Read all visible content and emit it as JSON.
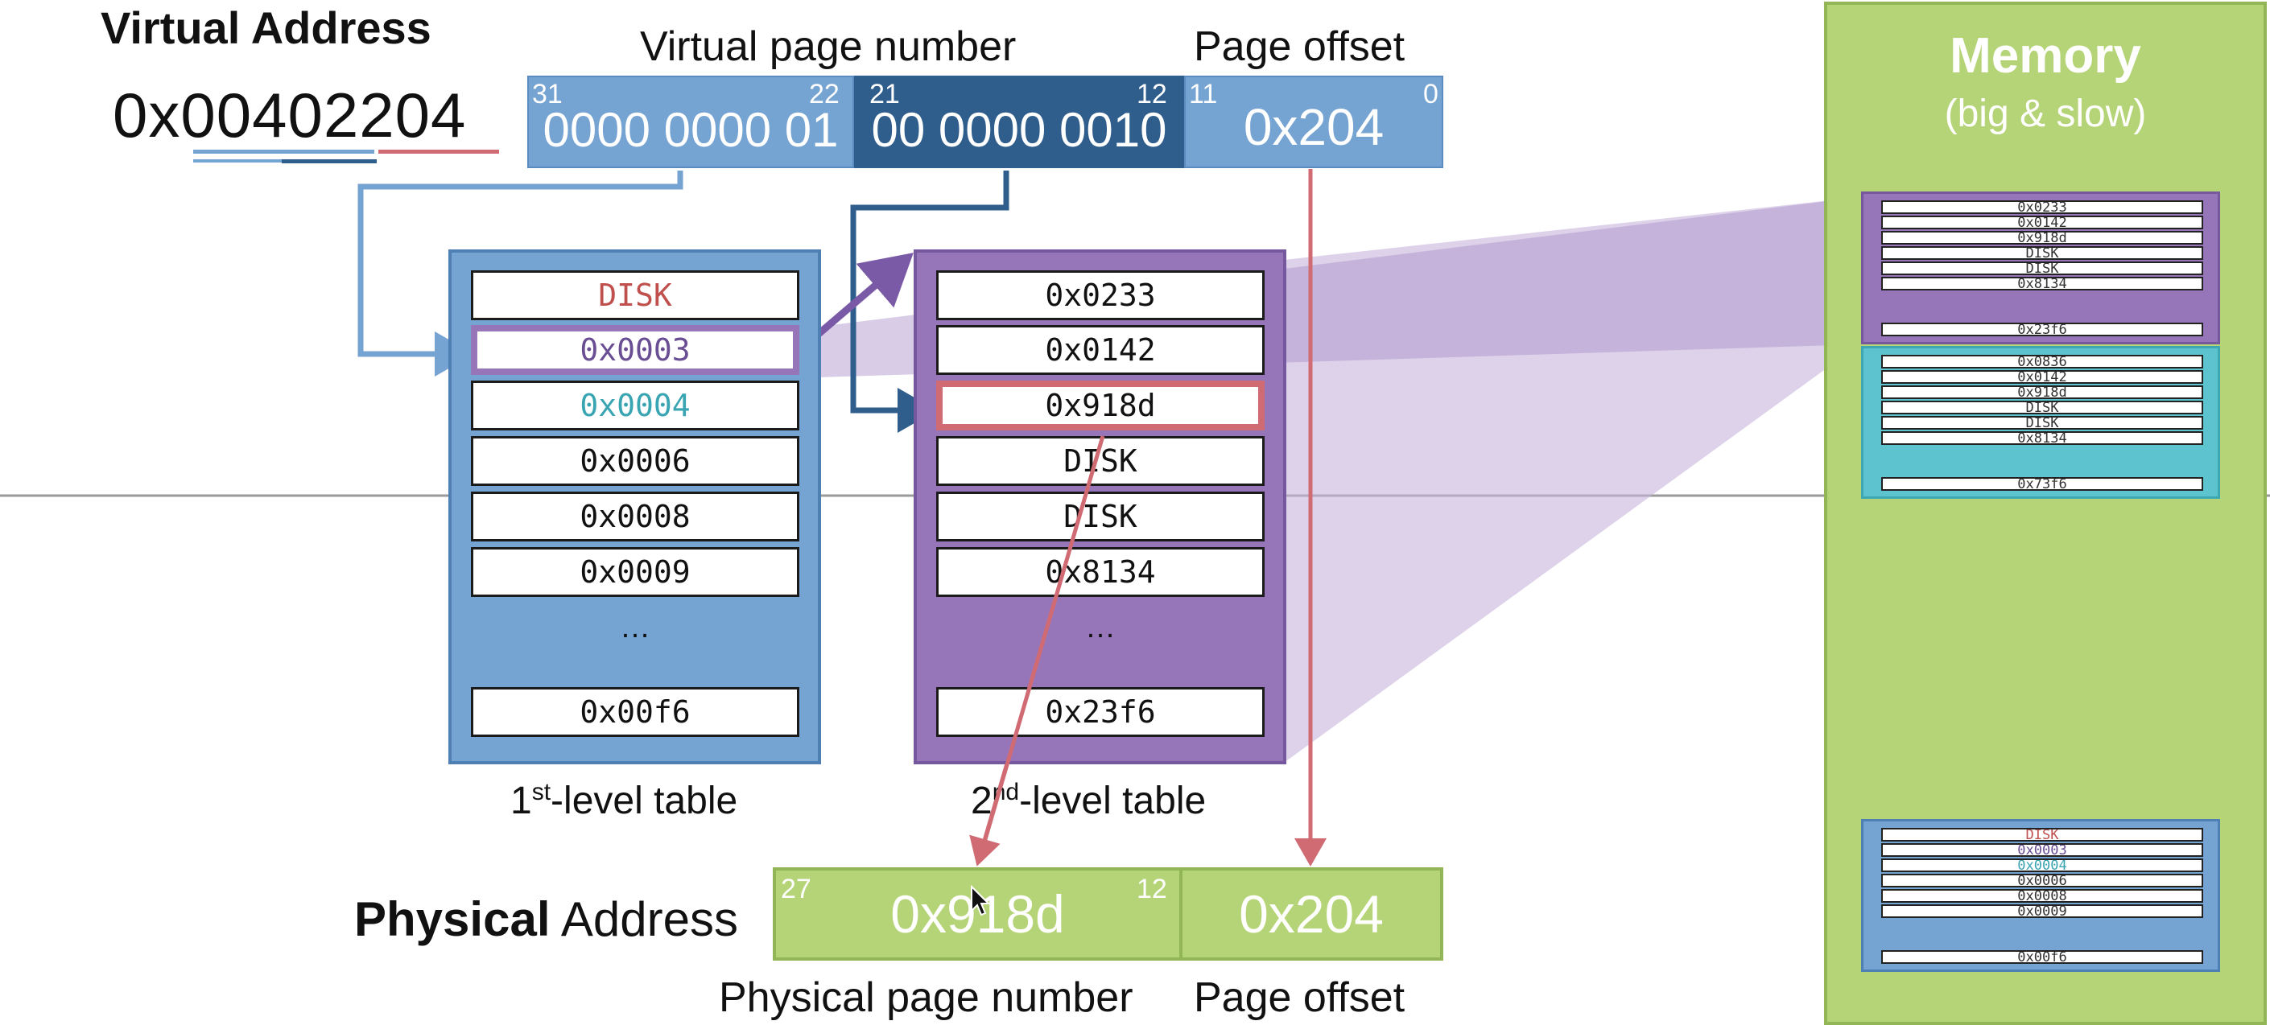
{
  "virtual_address": {
    "heading": "Virtual Address",
    "hex_prefix": "0x",
    "hex_digits": "00402204",
    "vpn_label": "Virtual page number",
    "offset_label": "Page offset",
    "bits": {
      "b31": "31",
      "b22": "22",
      "b21": "21",
      "b12": "12",
      "b11": "11",
      "b0": "0",
      "level1": "0000 0000 01",
      "level2": "00 0000 0010",
      "offset": "0x204"
    }
  },
  "first_level_table": {
    "entries": [
      "DISK",
      "0x0003",
      "0x0004",
      "0x0006",
      "0x0008",
      "0x0009"
    ],
    "ellipsis": "…",
    "last": "0x00f6",
    "caption_pre": "1",
    "caption_sup": "st",
    "caption_post": "-level table"
  },
  "second_level_table": {
    "entries": [
      "0x0233",
      "0x0142",
      "0x918d",
      "DISK",
      "DISK",
      "0x8134"
    ],
    "ellipsis": "…",
    "last": "0x23f6",
    "caption_pre": "2",
    "caption_sup": "nd",
    "caption_post": "-level table"
  },
  "physical_address": {
    "heading_bold": "Physical",
    "heading_rest": " Address",
    "ppn": "0x918d",
    "offset": "0x204",
    "bit27": "27",
    "bit12": "12",
    "ppn_label": "Physical page number",
    "offset_label": "Page offset"
  },
  "memory": {
    "title": "Memory",
    "subtitle": "(big & slow)",
    "purple_block": [
      "0x0233",
      "0x0142",
      "0x918d",
      "DISK",
      "DISK",
      "0x8134"
    ],
    "purple_last": "0x23f6",
    "teal_block": [
      "0x0836",
      "0x0142",
      "0x918d",
      "DISK",
      "DISK",
      "0x8134"
    ],
    "teal_last": "0x73f6",
    "blue_block": [
      "DISK",
      "0x0003",
      "0x0004",
      "0x0006",
      "0x0008",
      "0x0009"
    ],
    "blue_last": "0x00f6"
  },
  "colors": {
    "blue_table": "#75a3d2",
    "purple_table": "#9676b9",
    "memory_green": "#b5d477",
    "pink_highlight": "#d06b73",
    "dark_blue": "#2f5e8c",
    "teal": "#5cc3cf"
  }
}
